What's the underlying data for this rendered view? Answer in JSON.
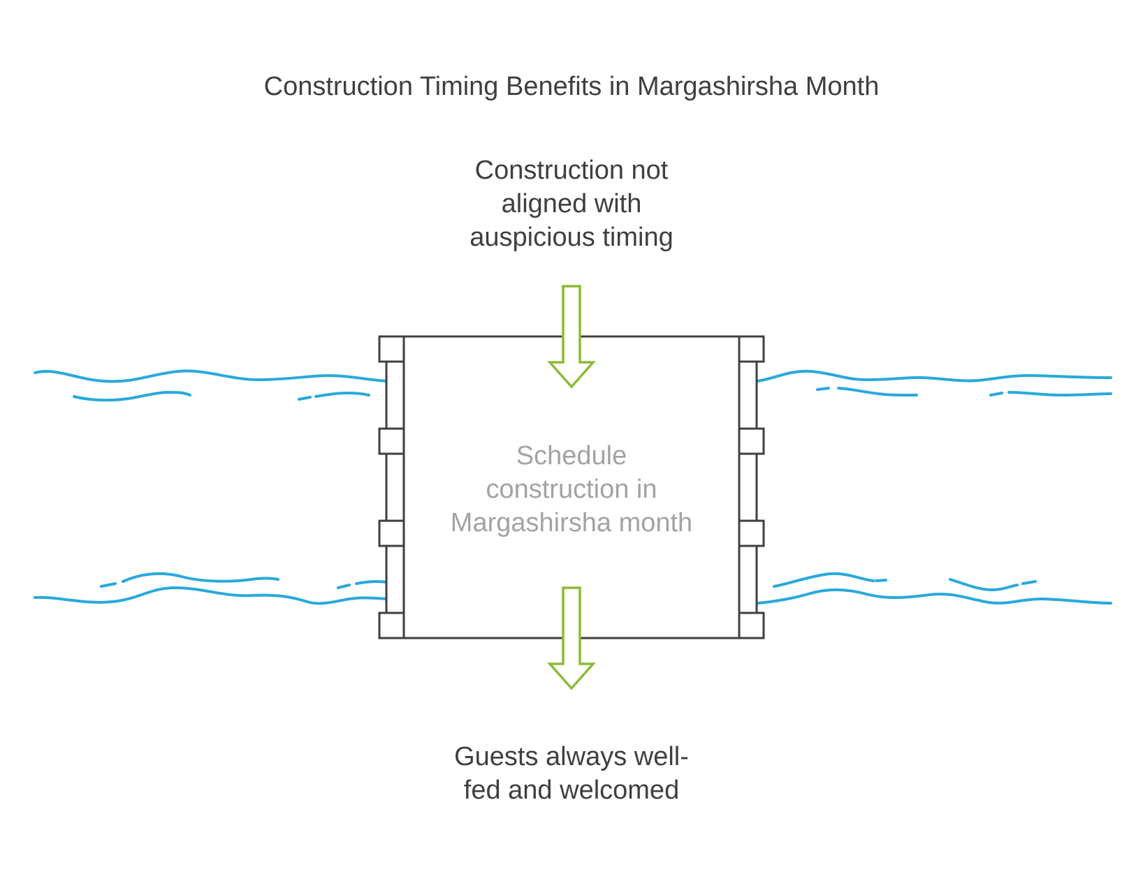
{
  "title": "Construction Timing Benefits in Margashirsha Month",
  "input": {
    "lines": [
      "Construction not",
      "aligned with",
      "auspicious timing"
    ]
  },
  "center": {
    "lines": [
      "Schedule",
      "construction in",
      "Margashirsha month"
    ]
  },
  "output": {
    "lines": [
      "Guests always well-",
      "fed and welcomed"
    ]
  },
  "colors": {
    "water": "#29a9dc",
    "arrow": "#8cba39",
    "outline": "#3f3f3f",
    "text_dark": "#3f3f3f",
    "text_light": "#a3a3a3"
  },
  "icons": {
    "top_arrow": "arrow-down-icon",
    "bottom_arrow": "arrow-down-icon",
    "structure": "dam-icon",
    "water": "water-wave-icon"
  }
}
